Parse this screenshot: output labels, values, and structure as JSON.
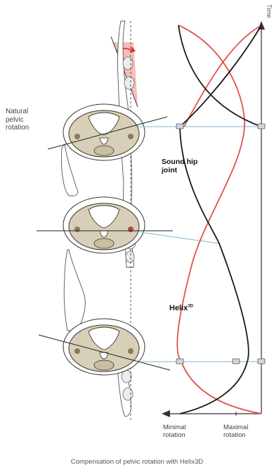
{
  "labels": {
    "natural_line1": "Natural",
    "natural_line2": "pelvic",
    "natural_line3": "rotation",
    "sound_line1": "Sound hip",
    "sound_line2": "joint",
    "helix": "Helix",
    "helix_sup": "3D",
    "min_line1": "Minimal",
    "min_line2": "rotation",
    "max_line1": "Maximal",
    "max_line2": "rotation",
    "time_axis": "Time",
    "caption": "Compensation of pelvic rotation with Helix3D"
  },
  "colors": {
    "sound_curve": "#1a1a1a",
    "helix_curve": "#e0524a",
    "guide_line": "#7fb6d6",
    "wedge": "#f2b3a8",
    "pelvis_fill": "#d8cfb8",
    "pelvis_stroke": "#3a3528",
    "axis": "#333333"
  },
  "icons": {
    "pelvis": "pelvis-cross-section-icon",
    "leg": "leg-outline-icon",
    "time_arrow": "arrow-up-icon",
    "rotation_arrow": "arrow-left-icon"
  }
}
